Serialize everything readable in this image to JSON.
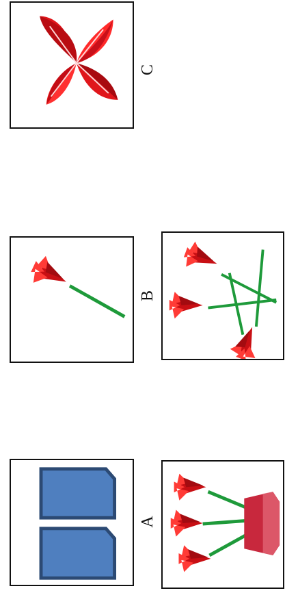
{
  "labels": {
    "a": "A",
    "b": "B",
    "c": "C"
  },
  "colors": {
    "paper_blue": "#4f7fbf",
    "paper_blue_border": "#2c4a74",
    "flower_red": "#e0161b",
    "stem_green": "#1e9a3a",
    "vase": "#c8283d",
    "border": "#111111"
  },
  "panels": [
    {
      "id": "a-top",
      "content": "two-blue-paper-squares"
    },
    {
      "id": "a-bottom",
      "content": "three-flowers-in-vase"
    },
    {
      "id": "b-top",
      "content": "single-flower-on-stem"
    },
    {
      "id": "b-bottom",
      "content": "three-flowers-crossed-stems"
    },
    {
      "id": "c-top",
      "content": "four-petal-red-flower"
    }
  ]
}
